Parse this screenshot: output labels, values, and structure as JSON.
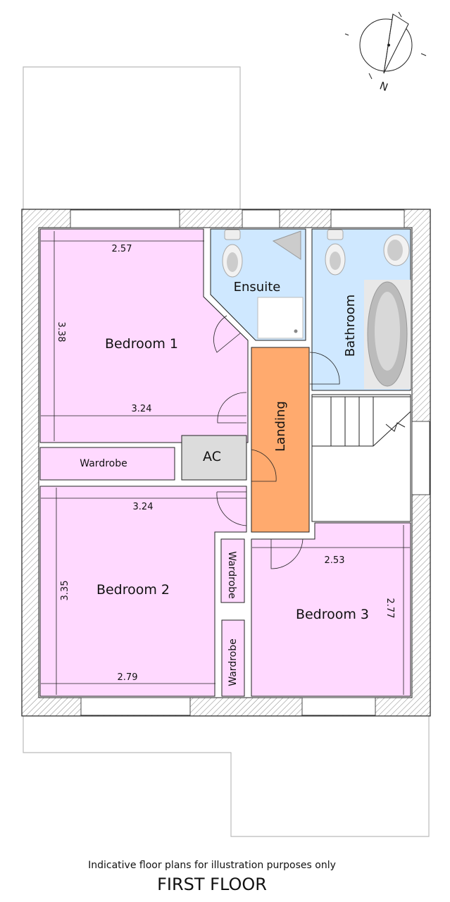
{
  "rooms": {
    "bedroom1": "Bedroom 1",
    "bedroom2": "Bedroom 2",
    "bedroom3": "Bedroom 3",
    "ensuite": "Ensuite",
    "bathroom": "Bathroom",
    "landing": "Landing",
    "ac": "AC",
    "wardrobe1": "Wardrobe",
    "wardrobe2": "Wardrobe",
    "wardrobe3": "Wardrobe"
  },
  "dimensions": {
    "bed1_top": "2.57",
    "bed1_side": "3.38",
    "bed1_bottom": "3.24",
    "bed2_top": "3.24",
    "bed2_side": "3.35",
    "bed2_bottom": "2.79",
    "bed3_top": "2.53",
    "bed3_side": "2.77"
  },
  "compass": {
    "north_label": "N"
  },
  "colors": {
    "bedroom": "#ffd9ff",
    "wet_room": "#cfe8ff",
    "landing": "#ffaa6e",
    "cupboard": "#dcdcdc"
  },
  "footer": {
    "disclaimer": "Indicative floor plans for illustration purposes only",
    "title": "FIRST FLOOR"
  }
}
